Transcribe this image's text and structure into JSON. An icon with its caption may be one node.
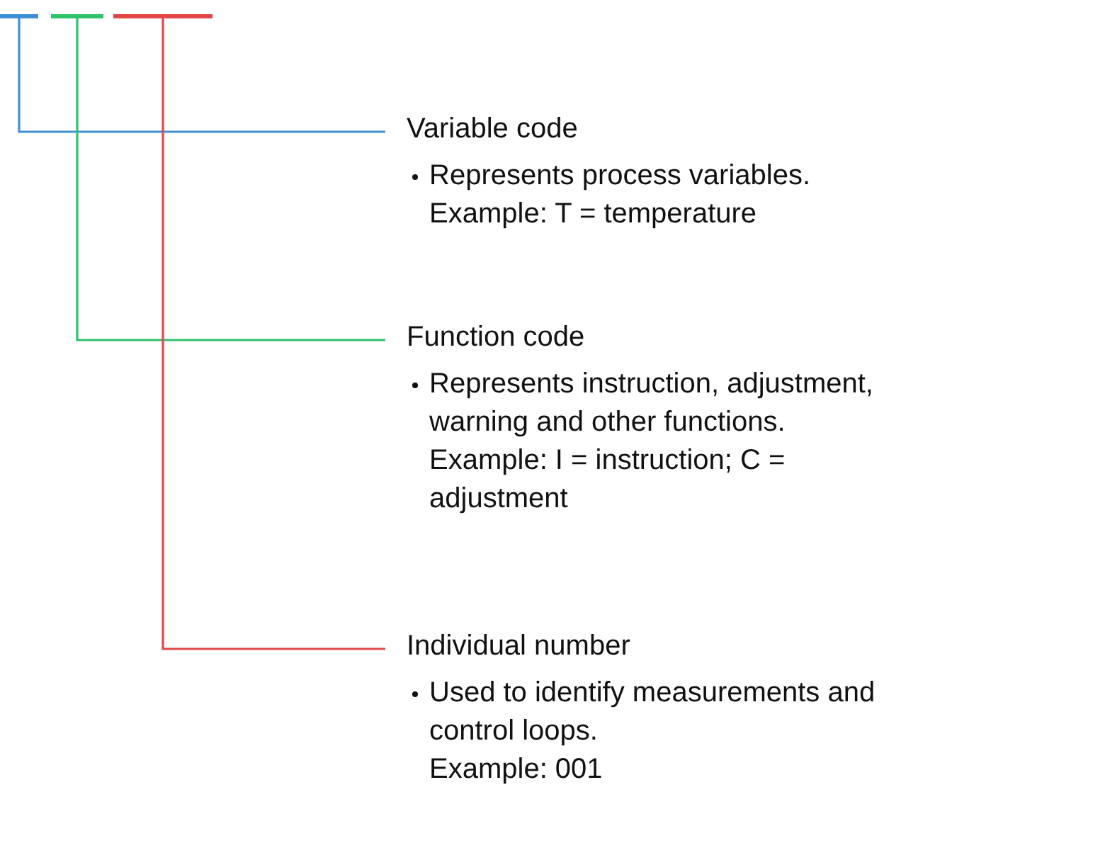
{
  "diagram": {
    "nodes": [
      {
        "text": [],
        "shape": "bar"
      },
      {
        "text": [],
        "shape": "bar"
      },
      {
        "text": [],
        "shape": "bar"
      },
      {
        "text": [
          "Variable code",
          "Represents process variables.",
          "Example: T = temperature"
        ]
      },
      {
        "text": [
          "Function code",
          "Represents instruction, adjustment, warning and other functions.",
          "Example: I = instruction; C = adjustment"
        ]
      },
      {
        "text": [
          "Individual number",
          "Used to identify measurements and control loops.",
          "Example: 001"
        ]
      }
    ],
    "edges": [
      {
        "from": 0,
        "to": 3,
        "arrow": "none",
        "color": "#3f8fd8"
      },
      {
        "from": 1,
        "to": 4,
        "arrow": "none",
        "color": "#2ec26a"
      },
      {
        "from": 2,
        "to": 5,
        "arrow": "none",
        "color": "#e04848"
      }
    ]
  }
}
